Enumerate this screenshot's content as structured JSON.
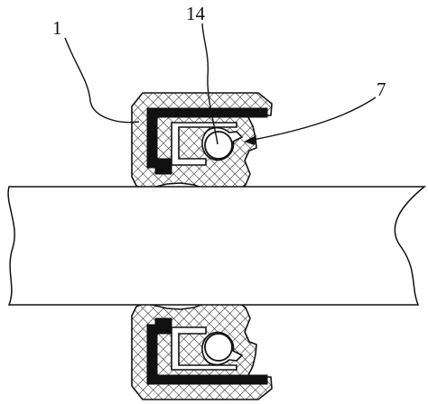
{
  "labels": {
    "part_1": "1",
    "part_14": "14",
    "part_7": "7"
  },
  "colors": {
    "line": "#111111",
    "rubber_fill": "#ffffff",
    "hatch": "#222222",
    "metal_insert": "#111111",
    "background": "#ffffff"
  }
}
